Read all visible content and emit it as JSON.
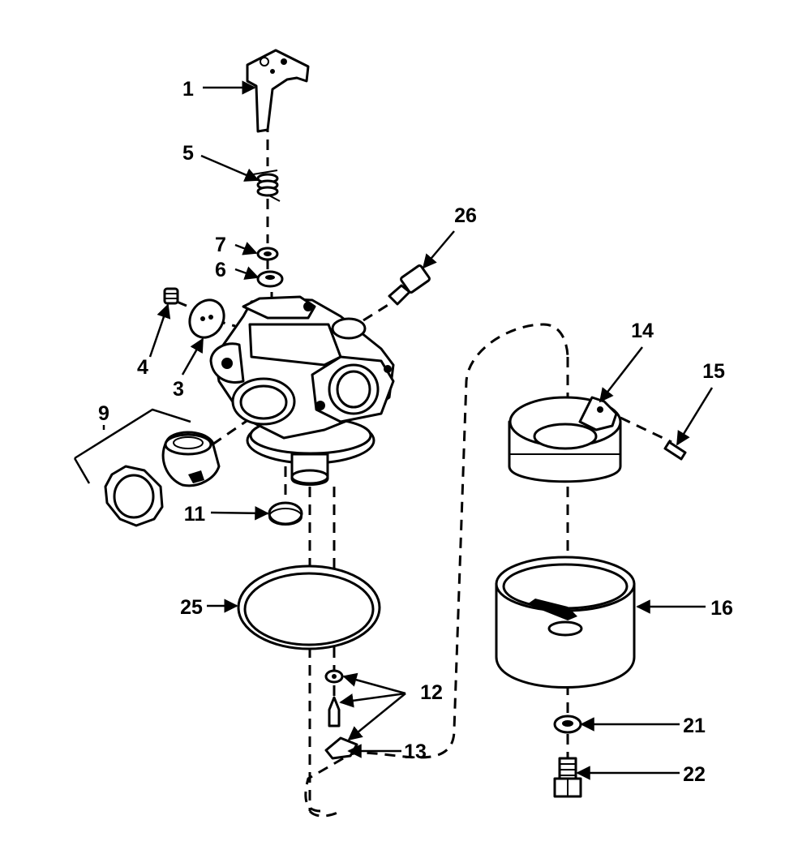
{
  "callouts": {
    "c1": "1",
    "c5": "5",
    "c7": "7",
    "c6": "6",
    "c4": "4",
    "c3": "3",
    "c9": "9",
    "c11": "11",
    "c25": "25",
    "c12": "12",
    "c13": "13",
    "c26": "26",
    "c14": "14",
    "c15": "15",
    "c16": "16",
    "c21": "21",
    "c22": "22"
  }
}
